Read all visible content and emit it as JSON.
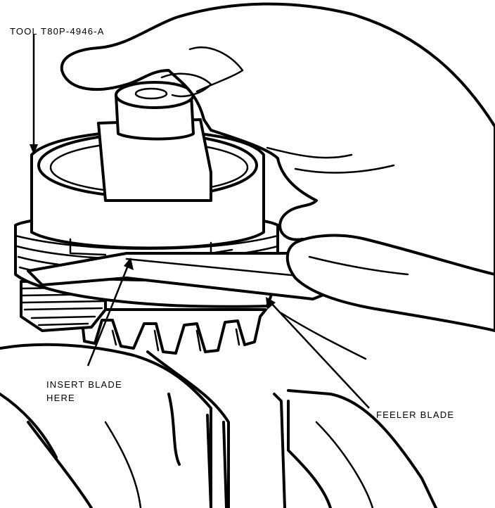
{
  "labels": {
    "tool": "TOOL T80P-4946-A",
    "insert_line1": "INSERT BLADE",
    "insert_line2": "HERE",
    "feeler": "FEELER BLADE"
  }
}
